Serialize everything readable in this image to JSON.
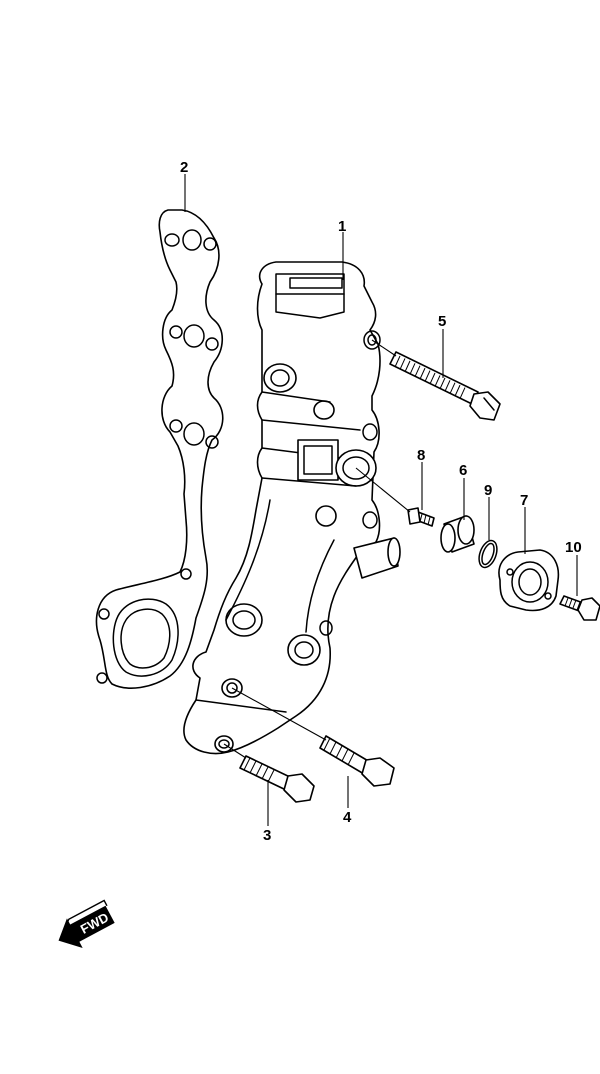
{
  "diagram": {
    "callouts": [
      {
        "id": "1",
        "label": "1"
      },
      {
        "id": "2",
        "label": "2"
      },
      {
        "id": "3",
        "label": "3"
      },
      {
        "id": "4",
        "label": "4"
      },
      {
        "id": "5",
        "label": "5"
      },
      {
        "id": "6",
        "label": "6"
      },
      {
        "id": "7",
        "label": "7"
      },
      {
        "id": "8",
        "label": "8"
      },
      {
        "id": "9",
        "label": "9"
      },
      {
        "id": "10",
        "label": "10"
      }
    ],
    "direction_indicator": {
      "label": "FWD",
      "icon": "arrow-left-down-icon"
    }
  }
}
